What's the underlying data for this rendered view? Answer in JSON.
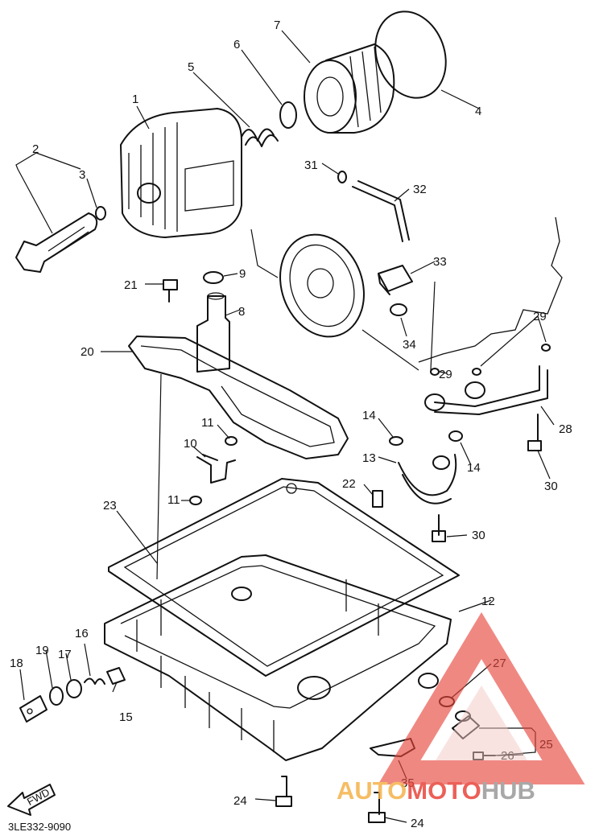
{
  "diagram": {
    "part_labels": [
      "1",
      "2",
      "3",
      "4",
      "5",
      "6",
      "7",
      "8",
      "9",
      "10",
      "11",
      "11",
      "12",
      "13",
      "14",
      "14",
      "15",
      "16",
      "17",
      "18",
      "19",
      "20",
      "21",
      "22",
      "23",
      "24",
      "24",
      "25",
      "26",
      "27",
      "28",
      "29",
      "29",
      "30",
      "30",
      "31",
      "32",
      "33",
      "34",
      "35"
    ],
    "drawing_code": "3LE332-9090",
    "direction_tag": "FWD",
    "colors": {
      "line": "#111111",
      "background": "#ffffff"
    }
  },
  "watermark": {
    "brand_part_1": "AUTO",
    "brand_part_2": "MOTO",
    "brand_part_3": "HUB",
    "colors": {
      "auto": "#f5b24a",
      "moto": "#e8453c",
      "hub": "#9a9a9a",
      "triangle": "#e8453c"
    }
  }
}
